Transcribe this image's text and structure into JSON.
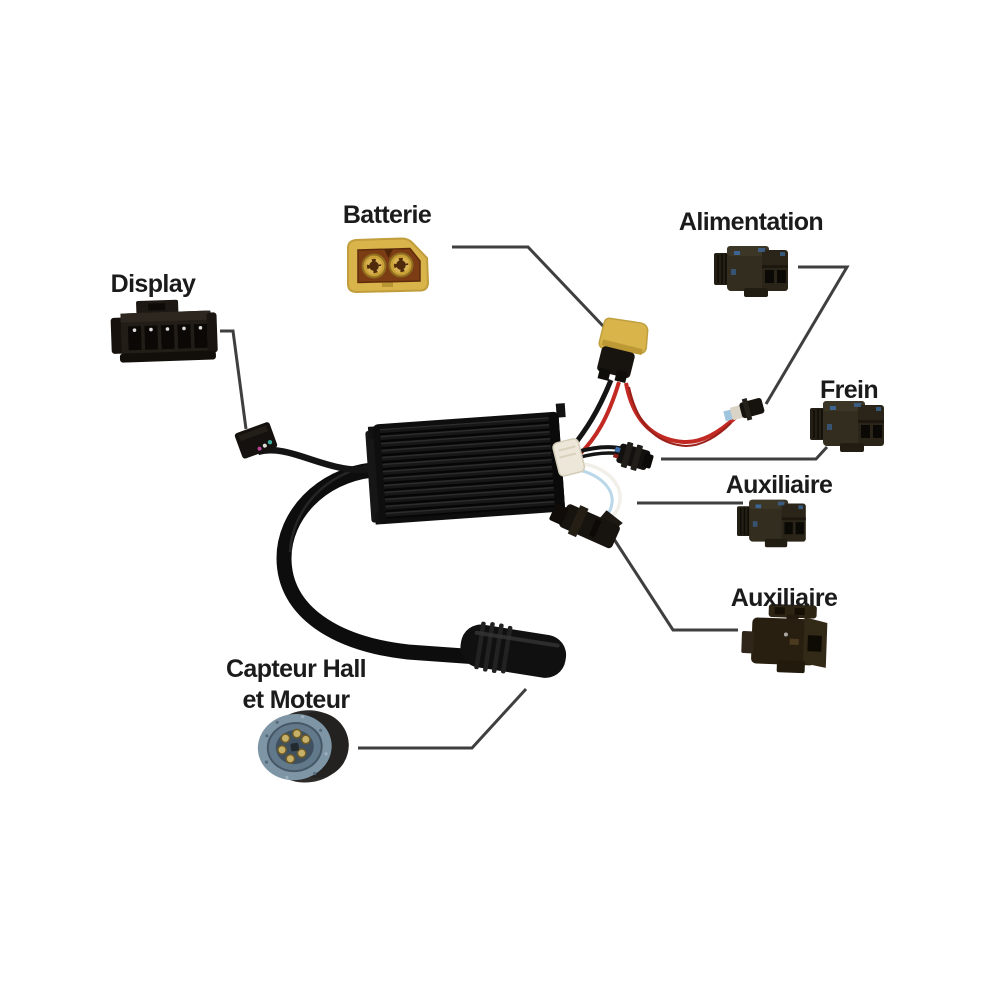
{
  "diagram": {
    "description": "Wiring diagram of an e-scooter controller with labeled connectors",
    "labels": {
      "batterie": "Batterie",
      "alimentation": "Alimentation",
      "display": "Display",
      "frein": "Frein",
      "auxiliaire_1": "Auxiliaire",
      "auxiliaire_2": "Auxiliaire",
      "capteur_line1": "Capteur Hall",
      "capteur_line2": "et Moteur"
    },
    "colors": {
      "background": "#ffffff",
      "label_text": "#1b1b1b",
      "callout_line": "#3f3f3f",
      "xt60_yellow": "#d8b44a",
      "wire_red": "#c22923",
      "wire_black": "#141414",
      "wire_white": "#f1efe8",
      "wire_blue": "#b9d7e9",
      "hall_face": "#7e95a6",
      "connector_dark": "#2b261c"
    }
  }
}
